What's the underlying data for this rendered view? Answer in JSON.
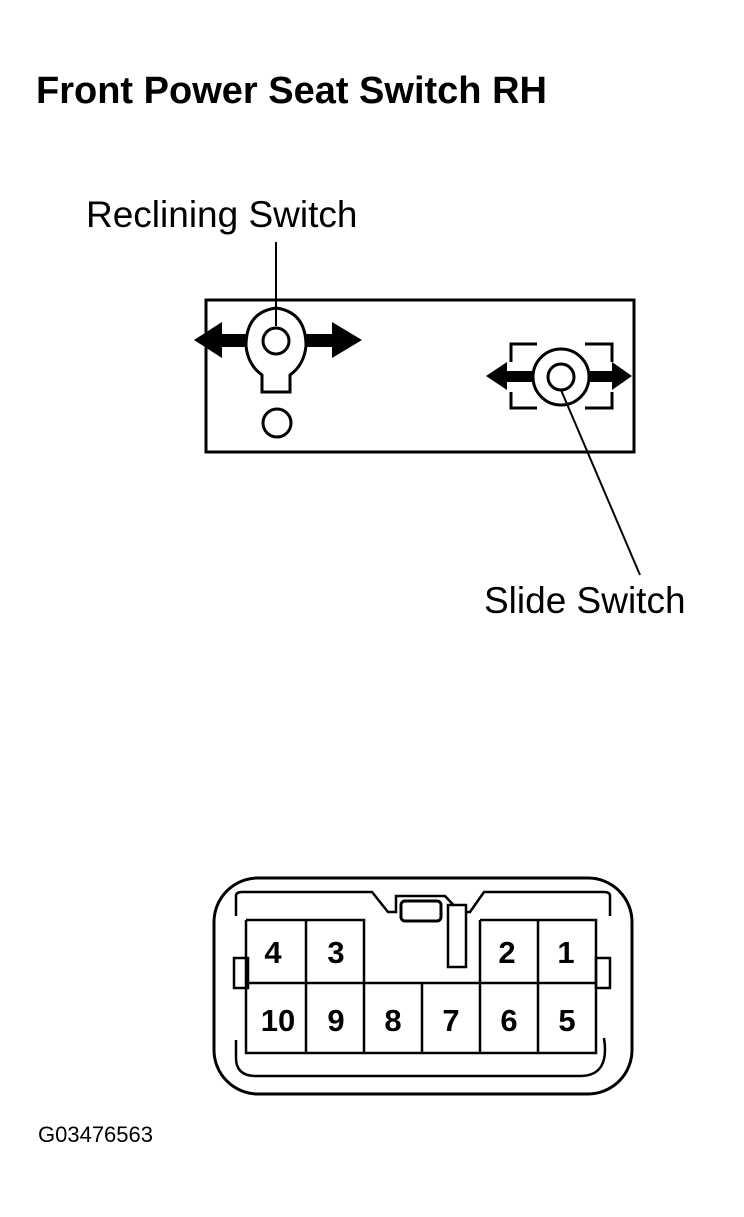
{
  "title": "Front Power Seat Switch RH",
  "callouts": {
    "reclining": "Reclining Switch",
    "slide": "Slide Switch"
  },
  "connector": {
    "top_row": [
      "4",
      "3",
      "2",
      "1"
    ],
    "bottom_row": [
      "10",
      "9",
      "8",
      "7",
      "6",
      "5"
    ]
  },
  "figure_code": "G03476563"
}
